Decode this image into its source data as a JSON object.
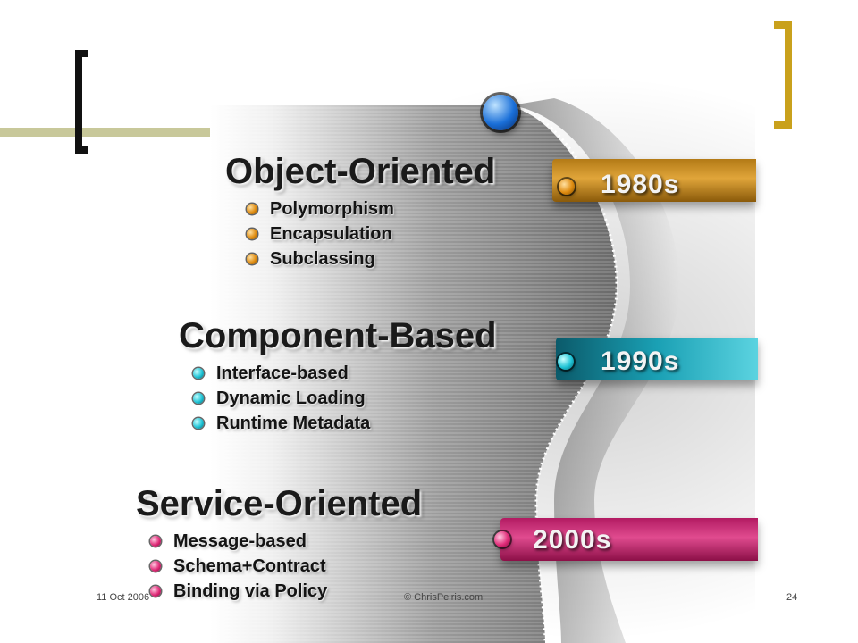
{
  "sections": [
    {
      "heading": "Object-Oriented",
      "era": "1980s",
      "color": "#e0a53a",
      "items": [
        "Polymorphism",
        "Encapsulation",
        "Subclassing"
      ]
    },
    {
      "heading": "Component-Based",
      "era": "1990s",
      "color": "#1aa0b4",
      "items": [
        "Interface-based",
        "Dynamic Loading",
        "Runtime Metadata"
      ]
    },
    {
      "heading": "Service-Oriented",
      "era": "2000s",
      "color": "#e04b8f",
      "items": [
        "Message-based",
        "Schema+Contract",
        "Binding via Policy"
      ]
    }
  ],
  "footer": {
    "date": "11 Oct 2006",
    "copyright": "© ChrisPeiris.com",
    "page_number": "24"
  },
  "colors": {
    "frame_left": "#111111",
    "frame_right": "#c9a11c",
    "accent_line": "#c8c89a"
  }
}
